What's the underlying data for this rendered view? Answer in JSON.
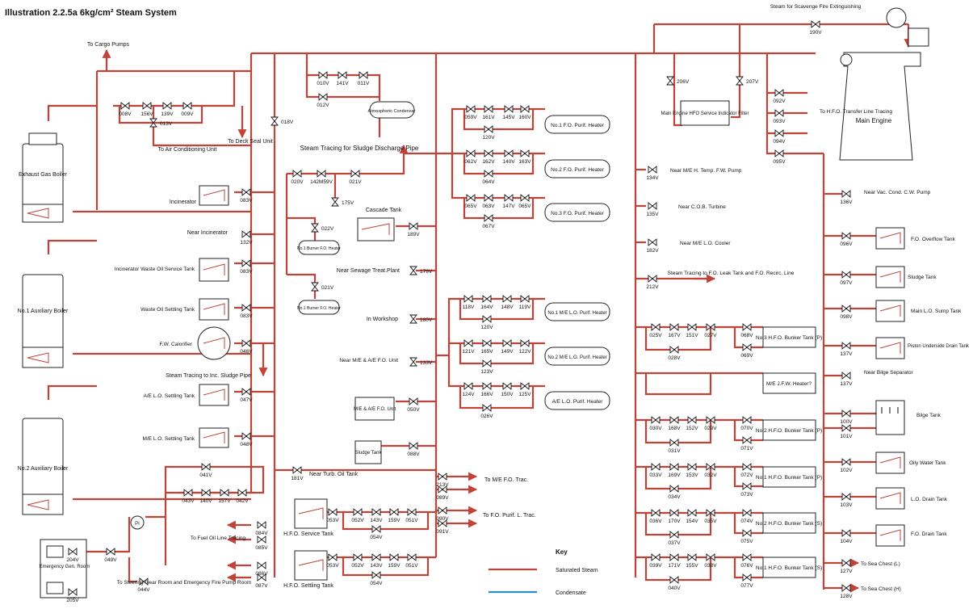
{
  "title": "Illustration 2.2.5a 6kg/cm² Steam System",
  "colors": {
    "saturated_steam": "#c0433a",
    "condensate": "#2a8fc4"
  },
  "key": {
    "heading": "Key",
    "items": [
      {
        "label": "Saturated Steam",
        "color": "#c0433a"
      },
      {
        "label": "Condensate",
        "color": "#2a8fc4"
      }
    ]
  },
  "equipment": {
    "exhaust_gas_boiler": "Exhaust Gas Boiler",
    "aux_boiler_1": "No.1 Auxiliary Boiler",
    "aux_boiler_2": "No.2 Auxiliary Boiler",
    "emergency_gen_room": "Emergency Gen. Room",
    "main_engine": "Main Engine",
    "atmospheric_condenser": "Atmospheric Condenser",
    "me_hfo_filter": "Main Engine HFO Service Indicator Filter",
    "fo_purif_1": "No.1 F.O. Purif. Heater",
    "fo_purif_2": "No.2 F.O. Purif. Heater",
    "fo_purif_3": "No.3 F.O. Purif. Heater",
    "me_lo_purif_1": "No.1 M/E L.O. Purif. Heater",
    "me_lo_purif_2": "No.2 M/E L.O. Purif. Heater",
    "ae_lo_purif": "A/E L.O. Purif. Heater",
    "burner_heater_1": "No.1 Burner F.O. Heater",
    "burner_heater_2": "No.1 Burner F.O. Heater",
    "me_ae_fo_unit": "M/E & A/E F.O. Unit",
    "sludge_tank_small": "Sludge Tank",
    "cascade_tank": "Cascade Tank",
    "hfo_service_tank": "H.F.O. Service Tank",
    "hfo_settling_tank": "H.F.O. Settling Tank",
    "bunker_3p": "No.3 H.F.O. Bunker Tank (P)",
    "me_jfw_heater": "M/E J.F.W. Heater?",
    "bunker_2p": "No.2 H.F.O. Bunker Tank (P)",
    "bunker_1p": "No.1 H.F.O. Bunker Tank (P)",
    "bunker_2s": "No.2 H.F.O. Bunker Tank (S)",
    "bunker_1s": "No.1 H.F.O. Bunker Tank (S)",
    "incinerator": "Incinerator",
    "inc_waste_oil": "Incinerator Waste Oil Service Tank",
    "waste_oil_settling": "Waste Oil Settling Tank",
    "fw_calorifier": "F.W. Calorifier",
    "ae_lo_settling": "A/E L.O. Settling Tank",
    "me_lo_settling": "M/E L.O. Settling Tank",
    "fo_overflow": "F.O. Overflow Tank",
    "sludge_tank": "Sludge Tank",
    "main_lo_sump": "Main L.O. Sump Tank",
    "piston_underside": "Piston Underside Drain Tank",
    "bilge_tank": "Bilge Tank",
    "oily_water": "Oily Water Tank",
    "lo_drain": "L.O. Drain Tank",
    "fo_drain": "F.O. Drain Tank"
  },
  "notes": {
    "to_cargo_pumps": "To Cargo Pumps",
    "to_air_cond": "To Air Conditioning Unit",
    "to_deck_seal": "To Deck Seal Unit",
    "steam_tracing_sludge": "Steam Tracing for Sludge Discharge Pipe",
    "near_incinerator": "Near Incinerator",
    "steam_tracing_inc_sludge": "Steam Tracing to Inc. Sludge Pipe",
    "near_sewage": "Near Sewage Treat.Plant",
    "in_workshop": "In Workshop",
    "near_me_ae_fo": "Near M/E & A/E F.O. Unit",
    "near_turb_oil": "Near Turb. Oil Tank",
    "to_me_fo_trac": "To M/E F.O. Trac.",
    "to_fo_purif_trac": "To F.O. Purif. L. Trac.",
    "to_fuel_oil_tracing": "To Fuel Oil Line Tracing",
    "to_steering_gear": "To Steering Gear Room and Emergency Fire Pump Room",
    "scavenge_fire": "Steam for Scavenge Fire Extinguishing",
    "to_hfo_transfer": "To H.F.O. Transfer Line Tracing",
    "near_me_htfw": "Near M/E H. Temp. F.W. Pump",
    "near_cob": "Near C.O.B. Turbine",
    "near_me_lo_cooler": "Near M/E L.O. Cooler",
    "steam_tracing_fo_leak": "Steam Tracing to F.O. Leak Tank and F.O. Recirc. Line",
    "near_vac_cond": "Near Vac. Cond. C.W. Pump",
    "near_bilge_sep": "Near Bilge Separator",
    "to_sea_chest_l": "To Sea Chest (L)",
    "to_sea_chest_h": "To Sea Chest (H)",
    "pi": "PI"
  },
  "valves": {
    "v008": "008V",
    "v156": "156V",
    "v139": "139V",
    "v009": "009V",
    "v013": "013V",
    "v018": "018V",
    "v010": "010V",
    "v141": "141V",
    "v011": "011V",
    "v012": "012V",
    "v059": "059V",
    "v161": "161V",
    "v145": "145V",
    "v160": "160V",
    "v120a": "120V",
    "v062": "062V",
    "v162": "162V",
    "v140a": "140V",
    "v163": "163V",
    "v064": "064V",
    "v065": "065V",
    "v063": "063V",
    "v147": "147V",
    "v065b": "065V",
    "v067": "067V",
    "v020": "020V",
    "v142": "142M59V",
    "v021a": "021V",
    "v175": "175V",
    "v022": "022V",
    "v021b": "021V",
    "v083a": "083V",
    "v132": "132V",
    "v083b": "083V",
    "v083c": "083V",
    "v046": "046V",
    "v047": "047V",
    "v048": "048V",
    "v189": "189V",
    "v179": "179V",
    "v180": "180V",
    "v133": "133V",
    "v050": "050V",
    "v088": "088V",
    "v118": "118V",
    "v164": "164V",
    "v148": "148V",
    "v119": "119V",
    "v120b": "120V",
    "v121": "121V",
    "v165": "165V",
    "v149": "149V",
    "v122": "122V",
    "v123": "123V",
    "v124": "124V",
    "v166": "166V",
    "v150": "150V",
    "v125": "125V",
    "v026": "026V",
    "v041": "041V",
    "v043": "043V",
    "v140b": "140V",
    "v157": "157V",
    "v042": "042V",
    "v181": "181V",
    "v213": "213V",
    "v089": "089V",
    "v090": "090V",
    "v091": "091V",
    "v053a": "053V",
    "v052a": "052V",
    "v143a": "143V",
    "v159a": "159V",
    "v051a": "051V",
    "v054a": "054V",
    "v053b": "053V",
    "v052b": "052V",
    "v143b": "143V",
    "v159b": "159V",
    "v051b": "051V",
    "v054b": "054V",
    "v084": "084V",
    "v085": "085V",
    "v086": "086V",
    "v087": "087V",
    "v204": "204V",
    "v205": "205V",
    "v049": "049V",
    "v044": "044V",
    "v190": "190V",
    "v206": "206V",
    "v207": "207V",
    "v092": "092V",
    "v093": "093V",
    "v094": "094V",
    "v095": "095V",
    "v134": "134V",
    "v135": "135V",
    "v182": "182V",
    "v212": "212V",
    "v025": "025V",
    "v167": "167V",
    "v151": "151V",
    "v027": "027V",
    "v028": "028V",
    "v068": "068V",
    "v069": "069V",
    "v030": "030V",
    "v168": "168V",
    "v152": "152V",
    "v029": "029V",
    "v031": "031V",
    "v070": "070V",
    "v071": "071V",
    "v033": "033V",
    "v169": "169V",
    "v153": "153V",
    "v032": "032V",
    "v034": "034V",
    "v072": "072V",
    "v073": "073V",
    "v036": "036V",
    "v170": "170V",
    "v154": "154V",
    "v035": "035V",
    "v037": "037V",
    "v074": "074V",
    "v075": "075V",
    "v039": "039V",
    "v171": "171V",
    "v155": "155V",
    "v038": "038V",
    "v040": "040V",
    "v076": "076V",
    "v077": "077V",
    "v136": "136V",
    "v096": "096V",
    "v097": "097V",
    "v098": "098V",
    "v137a": "137V",
    "v137b": "137V",
    "v100": "100V",
    "v101": "101V",
    "v102": "102V",
    "v103": "103V",
    "v104": "104V",
    "v127": "127V",
    "v128": "128V"
  }
}
